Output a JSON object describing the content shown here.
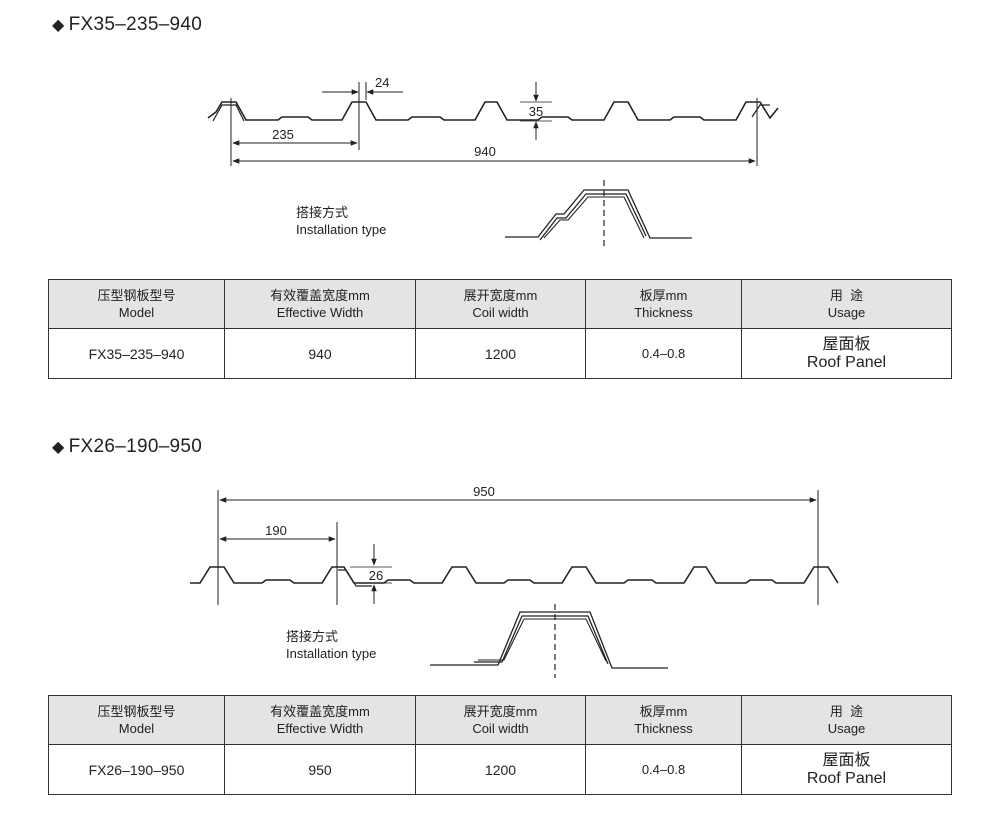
{
  "sections": [
    {
      "title": "FX35–235–940",
      "dims": {
        "span": "235",
        "top": "24",
        "height": "35",
        "total": "940"
      },
      "install_cn": "搭接方式",
      "install_en": "Installation type",
      "table": {
        "headers": [
          {
            "cn": "压型钢板型号",
            "en": "Model"
          },
          {
            "cn": "有效覆盖宽度mm",
            "en": "Effective Width"
          },
          {
            "cn": "展开宽度mm",
            "en": "Coil width"
          },
          {
            "cn": "板厚mm",
            "en": "Thickness"
          },
          {
            "cn": "用  途",
            "en": "Usage"
          }
        ],
        "row": {
          "model": "FX35–235–940",
          "effective_width": "940",
          "coil_width": "1200",
          "thickness": "0.4–0.8",
          "usage_cn": "屋面板",
          "usage_en": "Roof Panel"
        }
      }
    },
    {
      "title": "FX26–190–950",
      "dims": {
        "total": "950",
        "span": "190",
        "height": "26"
      },
      "install_cn": "搭接方式",
      "install_en": "Installation type",
      "table": {
        "headers": [
          {
            "cn": "压型钢板型号",
            "en": "Model"
          },
          {
            "cn": "有效覆盖宽度mm",
            "en": "Effective Width"
          },
          {
            "cn": "展开宽度mm",
            "en": "Coil width"
          },
          {
            "cn": "板厚mm",
            "en": "Thickness"
          },
          {
            "cn": "用  途",
            "en": "Usage"
          }
        ],
        "row": {
          "model": "FX26–190–950",
          "effective_width": "950",
          "coil_width": "1200",
          "thickness": "0.4–0.8",
          "usage_cn": "屋面板",
          "usage_en": "Roof Panel"
        }
      }
    }
  ]
}
